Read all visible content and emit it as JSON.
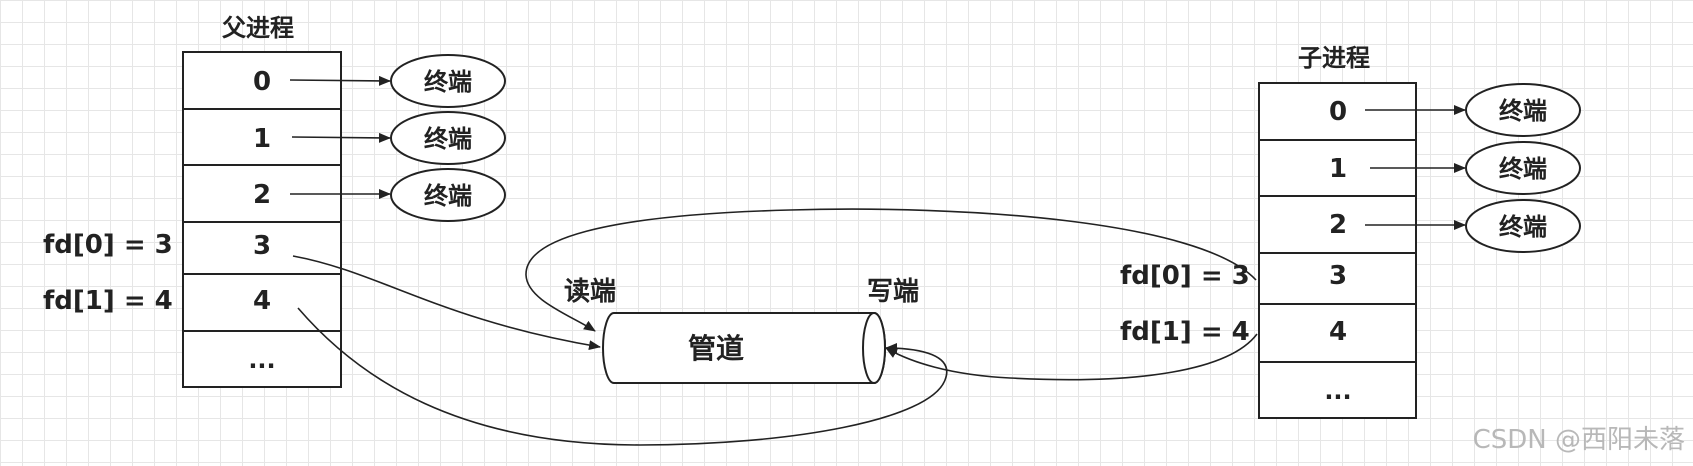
{
  "parent": {
    "title": "父进程",
    "cells": [
      "0",
      "1",
      "2",
      "3",
      "4",
      "..."
    ],
    "terminals": [
      "终端",
      "终端",
      "终端"
    ],
    "fd_labels": [
      "fd[0] = 3",
      "fd[1] = 4"
    ]
  },
  "child": {
    "title": "子进程",
    "cells": [
      "0",
      "1",
      "2",
      "3",
      "4",
      "..."
    ],
    "terminals": [
      "终端",
      "终端",
      "终端"
    ],
    "fd_labels": [
      "fd[0] = 3",
      "fd[1] = 4"
    ]
  },
  "pipe": {
    "label": "管道",
    "read_end": "读端",
    "write_end": "写端"
  },
  "watermark": "CSDN @西阳未落"
}
